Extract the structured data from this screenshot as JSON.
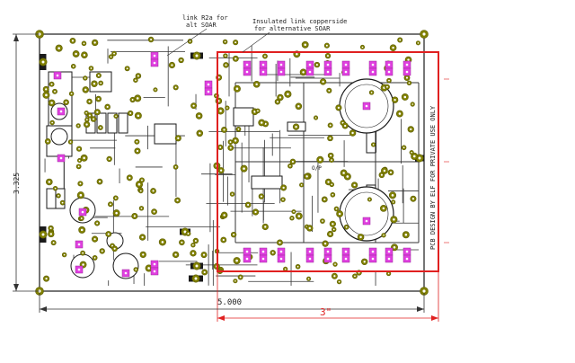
{
  "annotations": {
    "link_note_line1": "link R2a for",
    "link_note_line2": "alt SOAR",
    "insulated_note_line1": "Insulated link copperside",
    "insulated_note_line2": "for alternative SOAR"
  },
  "dimensions": {
    "height": "3.325",
    "width": "5.000",
    "highlight_width": "3\""
  },
  "board_text": {
    "side_credit": "PCB DESIGN BY ELF FOR PRIVATE USE ONLY",
    "op_label": "O/P"
  },
  "colors": {
    "pad": "#808000",
    "pad_ring": "#b3a700",
    "magenta": "#e040e0",
    "trace": "#333333",
    "highlight": "#e02020",
    "dimension": "#333333",
    "component": "#1a1a1a"
  },
  "icons": {
    "pad": "round-pad",
    "capacitor": "electrolytic-capacitor",
    "transistor": "power-transistor"
  }
}
